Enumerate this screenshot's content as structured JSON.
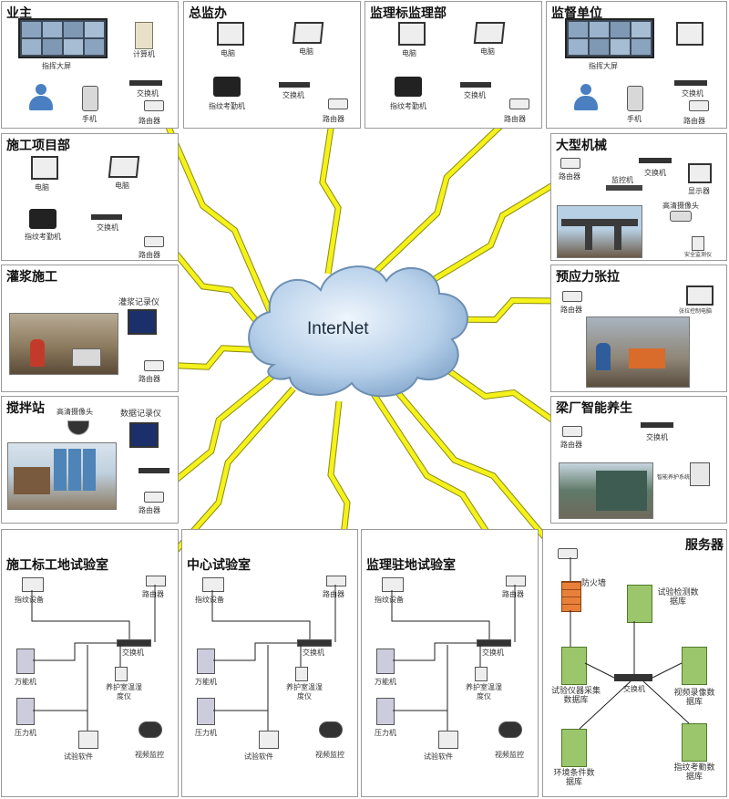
{
  "cloud": {
    "label": "InterNet"
  },
  "panels": {
    "owner": {
      "title": "业主",
      "screen": "指挥大屏",
      "computer": "计算机",
      "switch": "交换机",
      "phone": "手机",
      "router": "路由器"
    },
    "chief": {
      "title": "总监办",
      "pc1": "电脑",
      "pc2": "电脑",
      "fingerprint": "指纹考勤机",
      "switch": "交换机",
      "router": "路由器"
    },
    "supervision": {
      "title": "监理标监理部",
      "pc1": "电脑",
      "pc2": "电脑",
      "fingerprint": "指纹考勤机",
      "switch": "交换机",
      "router": "路由器"
    },
    "supervisor_unit": {
      "title": "监督单位",
      "screen": "指挥大屏",
      "switch": "交换机",
      "phone": "手机",
      "router": "路由器"
    },
    "project_dept": {
      "title": "施工项目部",
      "pc1": "电脑",
      "pc2": "电脑",
      "fingerprint": "指纹考勤机",
      "switch": "交换机",
      "router": "路由器"
    },
    "machinery": {
      "title": "大型机械",
      "router": "路由器",
      "switch": "交换机",
      "controller": "监控机",
      "monitor": "显示器",
      "camera": "高清摄像头",
      "sensor": "安全监测仪"
    },
    "grouting": {
      "title": "灌浆施工",
      "recorder": "灌浆记录仪",
      "router": "路由器"
    },
    "prestress": {
      "title": "预应力张拉",
      "router": "路由器",
      "device": "张拉控制电脑"
    },
    "mixing": {
      "title": "搅拌站",
      "camera": "高清摄像头",
      "recorder": "数据记录仪",
      "router": "路由器"
    },
    "curing": {
      "title": "梁厂智能养生",
      "router": "路由器",
      "switch": "交换机",
      "device": "智能养护系统"
    },
    "lab_site": {
      "title": "施工标工地试验室"
    },
    "lab_center": {
      "title": "中心试验室"
    },
    "lab_super": {
      "title": "监理驻地试验室"
    },
    "server": {
      "title": "服务器",
      "firewall": "防火墙",
      "switch": "交换机",
      "db_test": "试验检测数据库",
      "db_instrument": "试验仪器采集数据库",
      "db_video": "视频录像数据库",
      "db_env": "环境条件数据库",
      "db_attendance": "指纹考勤数据库"
    }
  },
  "lab_labels": {
    "fingerprint": "指纹设备",
    "router": "路由器",
    "switch": "交换机",
    "universal": "万能机",
    "hygrometer": "养护室温湿度仪",
    "press": "压力机",
    "software": "试验软件",
    "video": "视频监控"
  },
  "colors": {
    "bolt": "#f4f21a",
    "bolt_stroke": "#8c8a10",
    "cloud": "#bcd5ec",
    "cloud_stroke": "#6c8fb3",
    "firewall": "#e8803a",
    "server": "#9bc66b"
  }
}
